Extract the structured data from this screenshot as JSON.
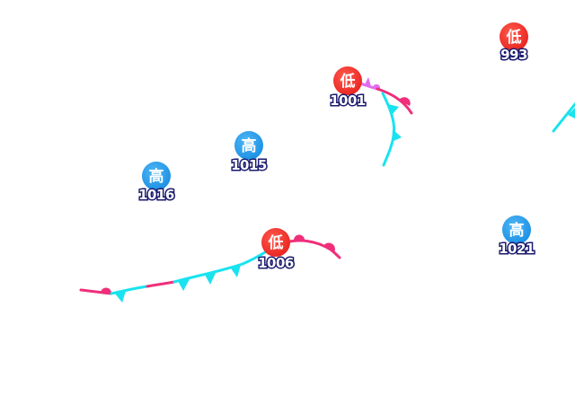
{
  "map": {
    "colors": {
      "background": "#ffffff",
      "high": "#1a8fe3",
      "high_light": "#4fb6f5",
      "low": "#e8231f",
      "low_light": "#ff5a4d",
      "label_outline": "#1a1a6e",
      "cold_front": "#19e3ef",
      "warm_front": "#ef2f7a",
      "occluded_front": "#e26cf0"
    },
    "pressure_systems": [
      {
        "id": "low-993",
        "type": "low",
        "symbol": "低",
        "value": "993"
      },
      {
        "id": "low-1001",
        "type": "low",
        "symbol": "低",
        "value": "1001"
      },
      {
        "id": "high-1015",
        "type": "high",
        "symbol": "高",
        "value": "1015"
      },
      {
        "id": "high-1016",
        "type": "high",
        "symbol": "高",
        "value": "1016"
      },
      {
        "id": "low-1006",
        "type": "low",
        "symbol": "低",
        "value": "1006"
      },
      {
        "id": "high-1021",
        "type": "high",
        "symbol": "高",
        "value": "1021"
      }
    ],
    "fronts": [
      {
        "id": "front-1001-occluded",
        "type": "occluded"
      },
      {
        "id": "front-1001-warm",
        "type": "warm"
      },
      {
        "id": "front-1001-cold",
        "type": "cold"
      },
      {
        "id": "front-1006-west",
        "type": "stationary"
      },
      {
        "id": "front-1006-cold",
        "type": "cold"
      },
      {
        "id": "front-1006-warm",
        "type": "warm"
      },
      {
        "id": "front-east-cold",
        "type": "cold"
      }
    ]
  }
}
